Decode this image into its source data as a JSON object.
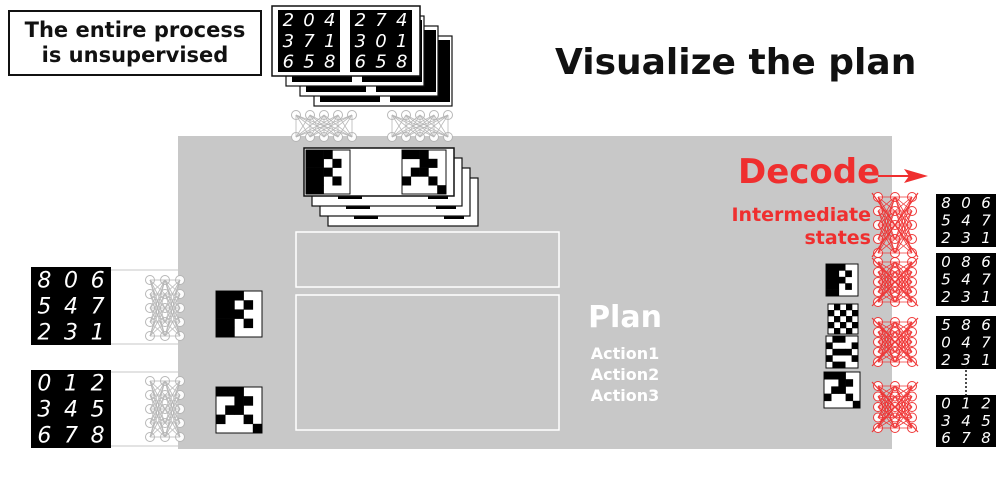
{
  "note": {
    "line1": "The entire process",
    "line2": "is unsupervised"
  },
  "heading": "Visualize the plan",
  "decode_label": "Decode",
  "intermediate_label": {
    "line1": "Intermediate",
    "line2": "states"
  },
  "plan_label": "Plan",
  "actions": [
    "Action1",
    "Action2",
    "Action3"
  ],
  "digit_images": {
    "top_left": [
      [
        "2",
        "0",
        "4"
      ],
      [
        "3",
        "7",
        "1"
      ],
      [
        "6",
        "5",
        "8"
      ]
    ],
    "top_right": [
      [
        "2",
        "7",
        "4"
      ],
      [
        "3",
        "0",
        "1"
      ],
      [
        "6",
        "5",
        "8"
      ]
    ],
    "init_state": [
      [
        "8",
        "0",
        "6"
      ],
      [
        "5",
        "4",
        "7"
      ],
      [
        "2",
        "3",
        "1"
      ]
    ],
    "goal_state": [
      [
        "0",
        "1",
        "2"
      ],
      [
        "3",
        "4",
        "5"
      ],
      [
        "6",
        "7",
        "8"
      ]
    ],
    "decoded_1": [
      [
        "8",
        "0",
        "6"
      ],
      [
        "5",
        "4",
        "7"
      ],
      [
        "2",
        "3",
        "1"
      ]
    ],
    "decoded_2": [
      [
        "0",
        "8",
        "6"
      ],
      [
        "5",
        "4",
        "7"
      ],
      [
        "2",
        "3",
        "1"
      ]
    ],
    "decoded_3": [
      [
        "5",
        "8",
        "6"
      ],
      [
        "0",
        "4",
        "7"
      ],
      [
        "2",
        "3",
        "1"
      ]
    ],
    "decoded_4": [
      [
        "0",
        "1",
        "2"
      ],
      [
        "3",
        "4",
        "5"
      ],
      [
        "6",
        "7",
        "8"
      ]
    ]
  },
  "colors": {
    "panel": "#c8c8c8",
    "accent_red": "#ef2f2f",
    "ink": "#111111",
    "net": "#b4b4b4"
  },
  "icons": [
    "neural-net-icon",
    "latent-bitmap-icon",
    "mnist-puzzle-image",
    "arrow-right-icon"
  ]
}
